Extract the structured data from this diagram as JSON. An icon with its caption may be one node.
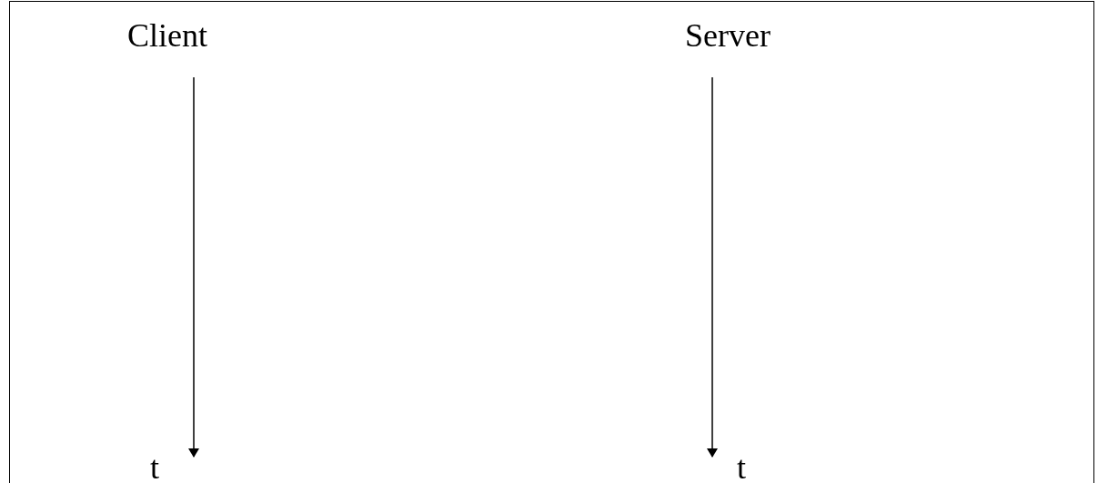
{
  "diagram": {
    "labels": [
      "Client",
      "Server",
      "t",
      "t"
    ]
  }
}
